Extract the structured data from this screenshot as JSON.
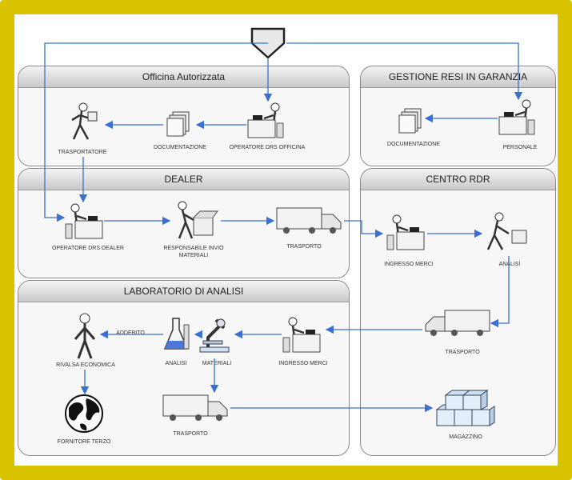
{
  "panels": {
    "officina": "Officina Autorizzata",
    "gestione": "GESTIONE RESI IN GARANZIA",
    "dealer": "DEALER",
    "centro": "CENTRO RDR",
    "laboratorio": "LABORATORIO DI ANALISI"
  },
  "nodes": {
    "trasportatore": "TRASPORTATORE",
    "documentazione_officina": "DOCUMENTAZIONE",
    "operatore_officina": "OPERATORE DRS OFFICINA",
    "documentazione_gestione": "DOCUMENTAZIONE",
    "personale": "PERSONALE",
    "operatore_dealer": "OPERATORE DRS DEALER",
    "responsabile": "RESPONSABILE INVIO MATERIALI",
    "trasporto_dealer": "TRASPORTO",
    "ingresso_merci_centro": "INGRESSO MERCI",
    "analisi_centro": "ANALISI",
    "trasporto_centro": "TRASPORTO",
    "ingresso_merci_lab": "INGRESSO MERCI",
    "materiali": "MATERIALI",
    "analisi_lab": "ANALISI",
    "addebito": "ADDEBITO",
    "rivalsa": "RIVALSA ECONOMICA",
    "fornitore": "FORNITORE TERZO",
    "trasporto_lab": "TRASPORTO",
    "magazzino": "MAGAZZINO"
  },
  "colors": {
    "frame": "#d9c200",
    "arrow": "#3b6fd1"
  },
  "icons": {
    "start": "start-funnel-icon",
    "person_walking": "walking-person-icon",
    "documents": "documents-icon",
    "desk_operator": "desk-operator-icon",
    "truck": "truck-icon",
    "worker_box": "worker-with-box-icon",
    "flask": "lab-flask-icon",
    "microscope": "microscope-icon",
    "globe": "globe-icon",
    "person_standing": "standing-person-icon",
    "boxes": "stacked-boxes-icon"
  }
}
